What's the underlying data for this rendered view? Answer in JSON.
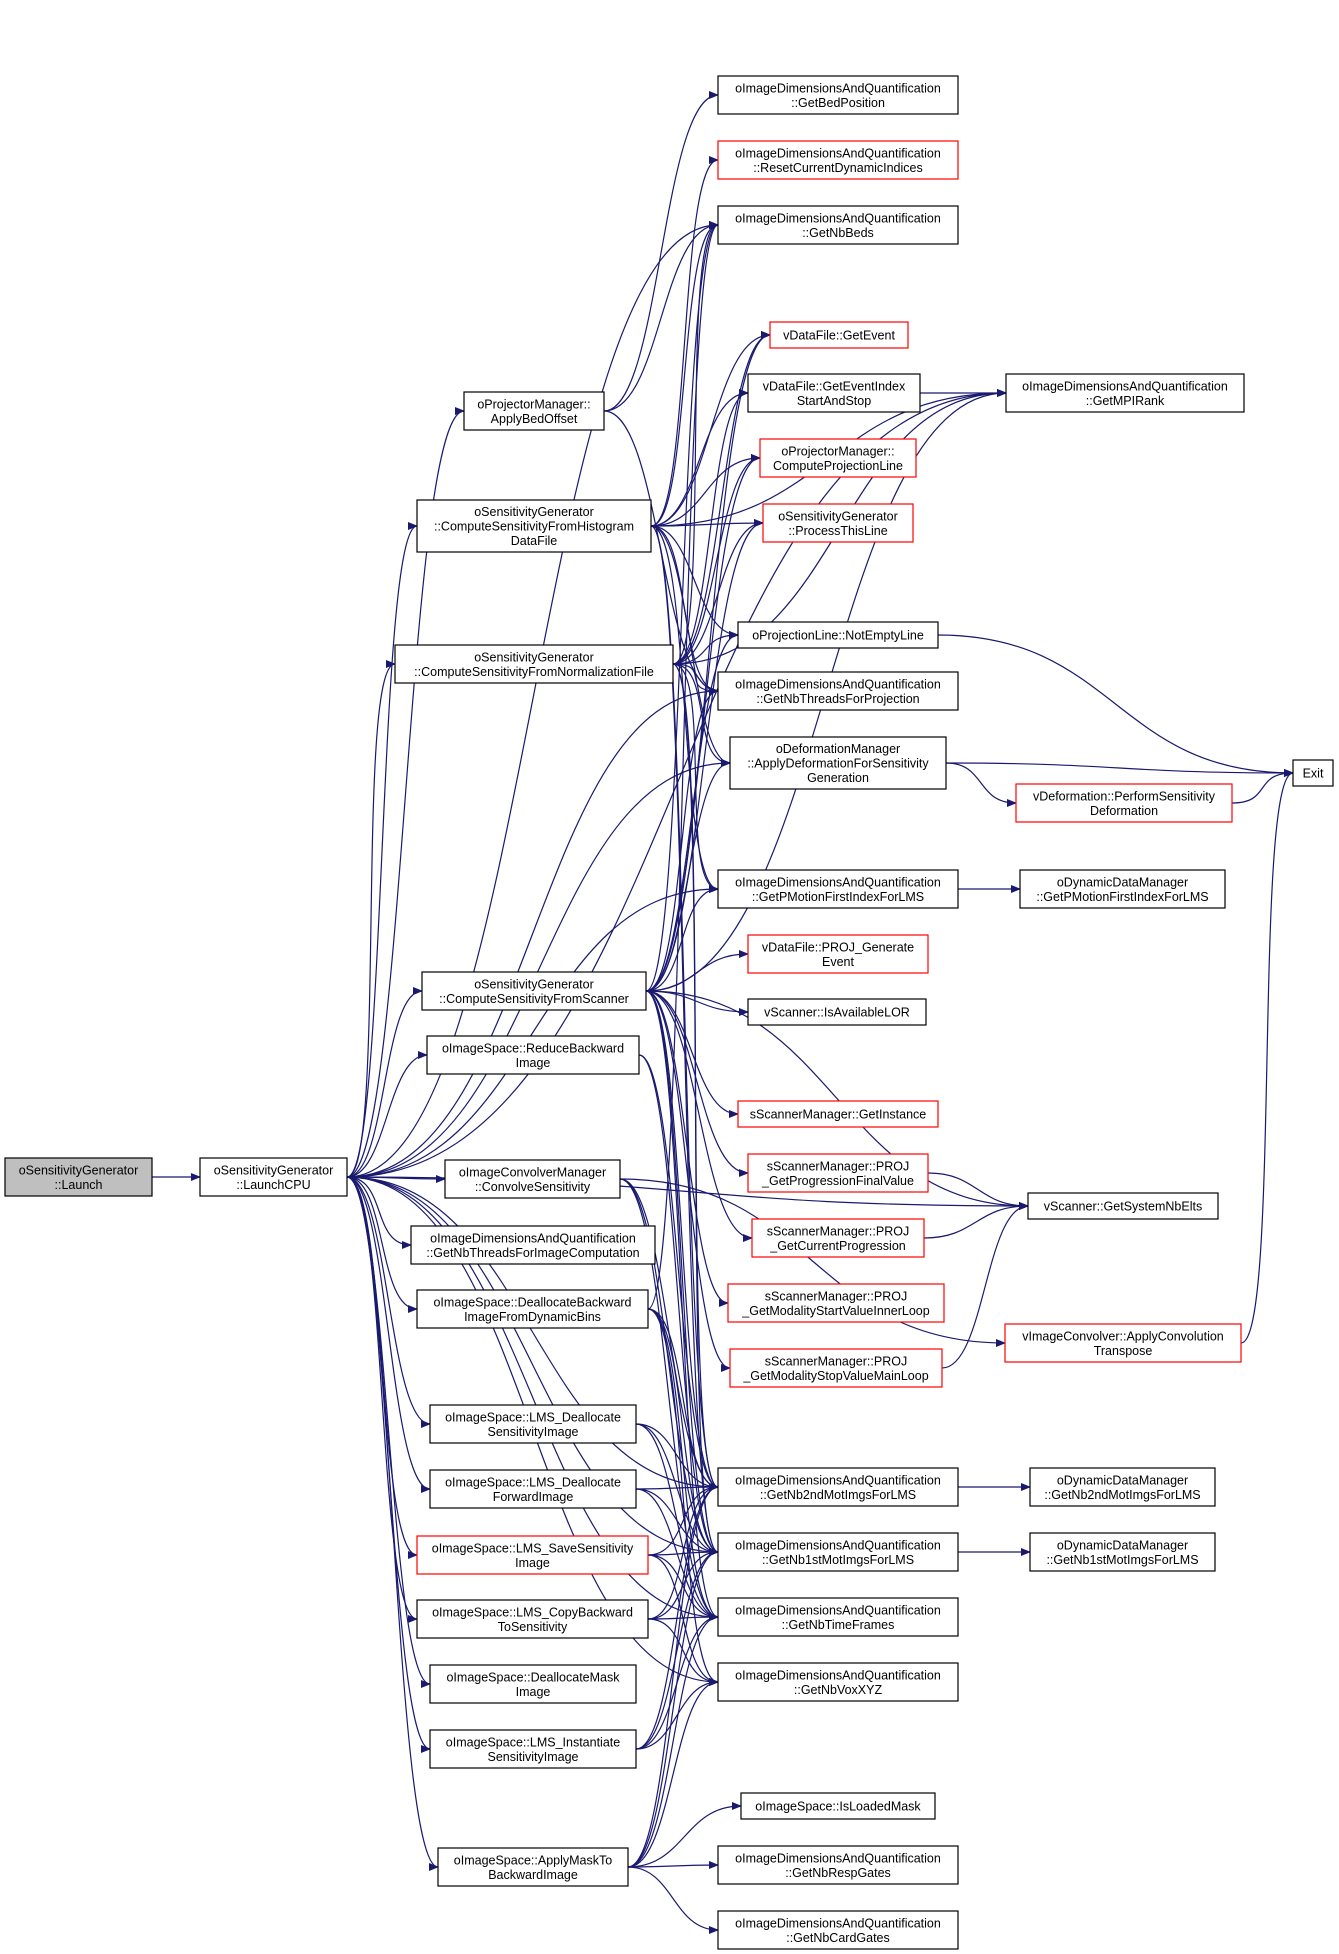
{
  "colors": {
    "edge": "#191970",
    "border_black": "#000000",
    "border_red": "#ff0000",
    "fill_selected": "#bfbfbf",
    "fill_default": "#ffffff"
  },
  "nodes": [
    {
      "id": "launch",
      "lines": [
        "oSensitivityGenerator",
        "::Launch"
      ],
      "border": "black",
      "selected": true
    },
    {
      "id": "launchcpu",
      "lines": [
        "oSensitivityGenerator",
        "::LaunchCPU"
      ],
      "border": "black"
    },
    {
      "id": "applybedoffset",
      "lines": [
        "oProjectorManager::",
        "ApplyBedOffset"
      ],
      "border": "black"
    },
    {
      "id": "cs_hist",
      "lines": [
        "oSensitivityGenerator",
        "::ComputeSensitivityFromHistogram",
        "DataFile"
      ],
      "border": "black"
    },
    {
      "id": "cs_norm",
      "lines": [
        "oSensitivityGenerator",
        "::ComputeSensitivityFromNormalizationFile"
      ],
      "border": "black"
    },
    {
      "id": "cs_scan",
      "lines": [
        "oSensitivityGenerator",
        "::ComputeSensitivityFromScanner"
      ],
      "border": "black"
    },
    {
      "id": "reduceback",
      "lines": [
        "oImageSpace::ReduceBackward",
        "Image"
      ],
      "border": "black"
    },
    {
      "id": "convolvesens",
      "lines": [
        "oImageConvolverManager",
        "::ConvolveSensitivity"
      ],
      "border": "black"
    },
    {
      "id": "nbthreadsimg",
      "lines": [
        "oImageDimensionsAndQuantification",
        "::GetNbThreadsForImageComputation"
      ],
      "border": "black"
    },
    {
      "id": "deallocback",
      "lines": [
        "oImageSpace::DeallocateBackward",
        "ImageFromDynamicBins"
      ],
      "border": "black"
    },
    {
      "id": "lms_dealsens",
      "lines": [
        "oImageSpace::LMS_Deallocate",
        "SensitivityImage"
      ],
      "border": "black"
    },
    {
      "id": "lms_dealfwd",
      "lines": [
        "oImageSpace::LMS_Deallocate",
        "ForwardImage"
      ],
      "border": "black"
    },
    {
      "id": "lms_save",
      "lines": [
        "oImageSpace::LMS_SaveSensitivity",
        "Image"
      ],
      "border": "red"
    },
    {
      "id": "lms_copy",
      "lines": [
        "oImageSpace::LMS_CopyBackward",
        "ToSensitivity"
      ],
      "border": "black"
    },
    {
      "id": "deallocmask",
      "lines": [
        "oImageSpace::DeallocateMask",
        "Image"
      ],
      "border": "black"
    },
    {
      "id": "lms_inst",
      "lines": [
        "oImageSpace::LMS_Instantiate",
        "SensitivityImage"
      ],
      "border": "black"
    },
    {
      "id": "applymask",
      "lines": [
        "oImageSpace::ApplyMaskTo",
        "BackwardImage"
      ],
      "border": "black"
    },
    {
      "id": "getbedpos",
      "lines": [
        "oImageDimensionsAndQuantification",
        "::GetBedPosition"
      ],
      "border": "black"
    },
    {
      "id": "resetdyn",
      "lines": [
        "oImageDimensionsAndQuantification",
        "::ResetCurrentDynamicIndices"
      ],
      "border": "red"
    },
    {
      "id": "getnbbeds",
      "lines": [
        "oImageDimensionsAndQuantification",
        "::GetNbBeds"
      ],
      "border": "black"
    },
    {
      "id": "getevent",
      "lines": [
        "vDataFile::GetEvent"
      ],
      "border": "red"
    },
    {
      "id": "geteventidx",
      "lines": [
        "vDataFile::GetEventIndex",
        "StartAndStop"
      ],
      "border": "black"
    },
    {
      "id": "computeproj",
      "lines": [
        "oProjectorManager::",
        "ComputeProjectionLine"
      ],
      "border": "red"
    },
    {
      "id": "processline",
      "lines": [
        "oSensitivityGenerator",
        "::ProcessThisLine"
      ],
      "border": "red"
    },
    {
      "id": "notempty",
      "lines": [
        "oProjectionLine::NotEmptyLine"
      ],
      "border": "black"
    },
    {
      "id": "nbthreadsproj",
      "lines": [
        "oImageDimensionsAndQuantification",
        "::GetNbThreadsForProjection"
      ],
      "border": "black"
    },
    {
      "id": "applydeform",
      "lines": [
        "oDeformationManager",
        "::ApplyDeformationForSensitivity",
        "Generation"
      ],
      "border": "black"
    },
    {
      "id": "pmotion",
      "lines": [
        "oImageDimensionsAndQuantification",
        "::GetPMotionFirstIndexForLMS"
      ],
      "border": "black"
    },
    {
      "id": "projgen",
      "lines": [
        "vDataFile::PROJ_Generate",
        "Event"
      ],
      "border": "red"
    },
    {
      "id": "isavail",
      "lines": [
        "vScanner::IsAvailableLOR"
      ],
      "border": "black"
    },
    {
      "id": "getinstance",
      "lines": [
        "sScannerManager::GetInstance"
      ],
      "border": "red"
    },
    {
      "id": "progfinal",
      "lines": [
        "sScannerManager::PROJ",
        "_GetProgressionFinalValue"
      ],
      "border": "red"
    },
    {
      "id": "curprog",
      "lines": [
        "sScannerManager::PROJ",
        "_GetCurrentProgression"
      ],
      "border": "red"
    },
    {
      "id": "modstart",
      "lines": [
        "sScannerManager::PROJ",
        "_GetModalityStartValueInnerLoop"
      ],
      "border": "red"
    },
    {
      "id": "modstop",
      "lines": [
        "sScannerManager::PROJ",
        "_GetModalityStopValueMainLoop"
      ],
      "border": "red"
    },
    {
      "id": "nb2nd",
      "lines": [
        "oImageDimensionsAndQuantification",
        "::GetNb2ndMotImgsForLMS"
      ],
      "border": "black"
    },
    {
      "id": "nb1st",
      "lines": [
        "oImageDimensionsAndQuantification",
        "::GetNb1stMotImgsForLMS"
      ],
      "border": "black"
    },
    {
      "id": "nbtimeframes",
      "lines": [
        "oImageDimensionsAndQuantification",
        "::GetNbTimeFrames"
      ],
      "border": "black"
    },
    {
      "id": "nbvox",
      "lines": [
        "oImageDimensionsAndQuantification",
        "::GetNbVoxXYZ"
      ],
      "border": "black"
    },
    {
      "id": "isloadedmask",
      "lines": [
        "oImageSpace::IsLoadedMask"
      ],
      "border": "black"
    },
    {
      "id": "nbresp",
      "lines": [
        "oImageDimensionsAndQuantification",
        "::GetNbRespGates"
      ],
      "border": "black"
    },
    {
      "id": "nbcard",
      "lines": [
        "oImageDimensionsAndQuantification",
        "::GetNbCardGates"
      ],
      "border": "black"
    },
    {
      "id": "getmpirank",
      "lines": [
        "oImageDimensionsAndQuantification",
        "::GetMPIRank"
      ],
      "border": "black"
    },
    {
      "id": "vdeform",
      "lines": [
        "vDeformation::PerformSensitivity",
        "Deformation"
      ],
      "border": "red"
    },
    {
      "id": "dyn_pmotion",
      "lines": [
        "oDynamicDataManager",
        "::GetPMotionFirstIndexForLMS"
      ],
      "border": "black"
    },
    {
      "id": "sysnbelts",
      "lines": [
        "vScanner::GetSystemNbElts"
      ],
      "border": "black"
    },
    {
      "id": "applyconv",
      "lines": [
        "vImageConvolver::ApplyConvolution",
        "Transpose"
      ],
      "border": "red"
    },
    {
      "id": "dyn_nb2nd",
      "lines": [
        "oDynamicDataManager",
        "::GetNb2ndMotImgsForLMS"
      ],
      "border": "black"
    },
    {
      "id": "dyn_nb1st",
      "lines": [
        "oDynamicDataManager",
        "::GetNb1stMotImgsForLMS"
      ],
      "border": "black"
    },
    {
      "id": "exit",
      "lines": [
        "Exit"
      ],
      "border": "black"
    }
  ],
  "edges": [
    [
      "launch",
      "launchcpu"
    ],
    [
      "launchcpu",
      "applybedoffset"
    ],
    [
      "launchcpu",
      "cs_hist"
    ],
    [
      "launchcpu",
      "cs_norm"
    ],
    [
      "launchcpu",
      "cs_scan"
    ],
    [
      "launchcpu",
      "reduceback"
    ],
    [
      "launchcpu",
      "convolvesens"
    ],
    [
      "launchcpu",
      "nbthreadsimg"
    ],
    [
      "launchcpu",
      "deallocback"
    ],
    [
      "launchcpu",
      "lms_dealsens"
    ],
    [
      "launchcpu",
      "lms_dealfwd"
    ],
    [
      "launchcpu",
      "lms_save"
    ],
    [
      "launchcpu",
      "lms_copy"
    ],
    [
      "launchcpu",
      "deallocmask"
    ],
    [
      "launchcpu",
      "lms_inst"
    ],
    [
      "launchcpu",
      "applymask"
    ],
    [
      "launchcpu",
      "getmpirank"
    ],
    [
      "launchcpu",
      "getnbbeds"
    ],
    [
      "launchcpu",
      "nbthreadsproj"
    ],
    [
      "launchcpu",
      "applydeform"
    ],
    [
      "launchcpu",
      "pmotion"
    ],
    [
      "launchcpu",
      "sysnbelts"
    ],
    [
      "launchcpu",
      "nb2nd"
    ],
    [
      "launchcpu",
      "nb1st"
    ],
    [
      "launchcpu",
      "nbtimeframes"
    ],
    [
      "launchcpu",
      "nbvox"
    ],
    [
      "applybedoffset",
      "getbedpos"
    ],
    [
      "applybedoffset",
      "getnbbeds"
    ],
    [
      "applybedoffset",
      "nbthreadsproj"
    ],
    [
      "cs_hist",
      "getnbbeds"
    ],
    [
      "cs_hist",
      "resetdyn"
    ],
    [
      "cs_hist",
      "getevent"
    ],
    [
      "cs_hist",
      "geteventidx"
    ],
    [
      "cs_hist",
      "computeproj"
    ],
    [
      "cs_hist",
      "processline"
    ],
    [
      "cs_hist",
      "notempty"
    ],
    [
      "cs_hist",
      "nbthreadsproj"
    ],
    [
      "cs_hist",
      "applydeform"
    ],
    [
      "cs_hist",
      "pmotion"
    ],
    [
      "cs_hist",
      "nb2nd"
    ],
    [
      "cs_hist",
      "nb1st"
    ],
    [
      "cs_hist",
      "getmpirank"
    ],
    [
      "cs_norm",
      "getnbbeds"
    ],
    [
      "cs_norm",
      "getevent"
    ],
    [
      "cs_norm",
      "geteventidx"
    ],
    [
      "cs_norm",
      "computeproj"
    ],
    [
      "cs_norm",
      "processline"
    ],
    [
      "cs_norm",
      "notempty"
    ],
    [
      "cs_norm",
      "nbthreadsproj"
    ],
    [
      "cs_norm",
      "applydeform"
    ],
    [
      "cs_norm",
      "pmotion"
    ],
    [
      "cs_norm",
      "getmpirank"
    ],
    [
      "cs_norm",
      "nb2nd"
    ],
    [
      "cs_norm",
      "nb1st"
    ],
    [
      "cs_scan",
      "getnbbeds"
    ],
    [
      "cs_scan",
      "getevent"
    ],
    [
      "cs_scan",
      "computeproj"
    ],
    [
      "cs_scan",
      "processline"
    ],
    [
      "cs_scan",
      "notempty"
    ],
    [
      "cs_scan",
      "nbthreadsproj"
    ],
    [
      "cs_scan",
      "applydeform"
    ],
    [
      "cs_scan",
      "pmotion"
    ],
    [
      "cs_scan",
      "projgen"
    ],
    [
      "cs_scan",
      "isavail"
    ],
    [
      "cs_scan",
      "getinstance"
    ],
    [
      "cs_scan",
      "progfinal"
    ],
    [
      "cs_scan",
      "curprog"
    ],
    [
      "cs_scan",
      "modstart"
    ],
    [
      "cs_scan",
      "modstop"
    ],
    [
      "cs_scan",
      "sysnbelts"
    ],
    [
      "cs_scan",
      "nb2nd"
    ],
    [
      "cs_scan",
      "nb1st"
    ],
    [
      "cs_scan",
      "nbtimeframes"
    ],
    [
      "cs_scan",
      "getmpirank"
    ],
    [
      "reduceback",
      "nb2nd"
    ],
    [
      "reduceback",
      "nb1st"
    ],
    [
      "convolvesens",
      "applyconv"
    ],
    [
      "convolvesens",
      "nb2nd"
    ],
    [
      "convolvesens",
      "nb1st"
    ],
    [
      "convolvesens",
      "nbtimeframes"
    ],
    [
      "deallocback",
      "nb2nd"
    ],
    [
      "deallocback",
      "nb1st"
    ],
    [
      "deallocback",
      "nbtimeframes"
    ],
    [
      "deallocback",
      "nbvox"
    ],
    [
      "deallocback",
      "getnbbeds"
    ],
    [
      "lms_dealsens",
      "nb2nd"
    ],
    [
      "lms_dealsens",
      "nb1st"
    ],
    [
      "lms_dealsens",
      "nbtimeframes"
    ],
    [
      "lms_dealfwd",
      "nb2nd"
    ],
    [
      "lms_dealfwd",
      "nb1st"
    ],
    [
      "lms_dealfwd",
      "nbtimeframes"
    ],
    [
      "lms_save",
      "nb2nd"
    ],
    [
      "lms_save",
      "nb1st"
    ],
    [
      "lms_save",
      "nbtimeframes"
    ],
    [
      "lms_save",
      "nbvox"
    ],
    [
      "lms_copy",
      "nb2nd"
    ],
    [
      "lms_copy",
      "nb1st"
    ],
    [
      "lms_copy",
      "nbtimeframes"
    ],
    [
      "lms_copy",
      "nbvox"
    ],
    [
      "lms_inst",
      "nb2nd"
    ],
    [
      "lms_inst",
      "nb1st"
    ],
    [
      "lms_inst",
      "nbtimeframes"
    ],
    [
      "lms_inst",
      "nbvox"
    ],
    [
      "applymask",
      "isloadedmask"
    ],
    [
      "applymask",
      "nbresp"
    ],
    [
      "applymask",
      "nbcard"
    ],
    [
      "applymask",
      "nbvox"
    ],
    [
      "applymask",
      "nb2nd"
    ],
    [
      "applymask",
      "nb1st"
    ],
    [
      "applymask",
      "nbtimeframes"
    ],
    [
      "geteventidx",
      "getmpirank"
    ],
    [
      "notempty",
      "exit"
    ],
    [
      "applydeform",
      "exit"
    ],
    [
      "applydeform",
      "vdeform"
    ],
    [
      "vdeform",
      "exit"
    ],
    [
      "pmotion",
      "dyn_pmotion"
    ],
    [
      "progfinal",
      "sysnbelts"
    ],
    [
      "curprog",
      "sysnbelts"
    ],
    [
      "modstop",
      "sysnbelts"
    ],
    [
      "applyconv",
      "exit"
    ],
    [
      "nb2nd",
      "dyn_nb2nd"
    ],
    [
      "nb1st",
      "dyn_nb1st"
    ]
  ]
}
